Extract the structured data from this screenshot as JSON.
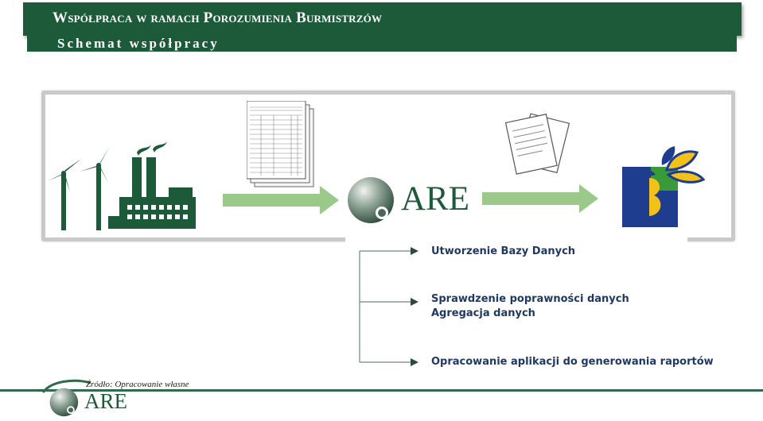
{
  "header": {
    "title": "Współpraca w ramach Porozumienia Burmistrzów",
    "subtitle": "Schemat współpracy"
  },
  "diagram": {
    "center_logo_text": "ARE",
    "steps": [
      "Utworzenie  Bazy Danych",
      "Sprawdzenie poprawności danych",
      "Agregacja danych",
      "Opracowanie aplikacji do generowania raportów"
    ]
  },
  "footer": {
    "source": "Źródło: Opracowanie własne",
    "logo_text": "ARE"
  },
  "colors": {
    "header_green": "#1d5a3a",
    "arrow_green": "#9bc98a",
    "step_text": "#1f3864",
    "eu_blue": "#1f3d8f",
    "eu_yellow": "#f2c21b",
    "eu_green": "#3a9a3a"
  },
  "icons": [
    "wind-turbines-icon",
    "factory-icon",
    "form-document-icon",
    "papers-icon",
    "are-sphere-logo",
    "eu-funds-logo"
  ]
}
